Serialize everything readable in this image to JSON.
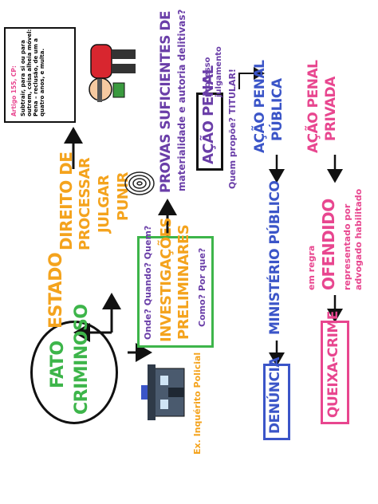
{
  "fato": {
    "line1": "FATO",
    "line2": "CRIMINOSO"
  },
  "estado": "ESTADO",
  "direito": "DIREITO DE",
  "actions": [
    "PROCESSAR",
    "JULGAR",
    "PUNIR"
  ],
  "investigacoes": {
    "top_questions": "Onde? Quando? Quem?",
    "line1": "INVESTIGAÇÕES",
    "line2": "PRELIMINARES",
    "bottom_questions": "Como?   Por que?"
  },
  "inquerito": "Ex. Inquérito Policial",
  "provas": {
    "line1": "PROVAS SUFICIENTES DE",
    "line2": "materialidade e autoria delitivas?"
  },
  "acao_penal": "AÇÃO PENAL",
  "processo_julgamento": {
    "line1": "processo",
    "line2": "julgamento"
  },
  "quem_propoe": "Quem propõe? TITULAR!",
  "publica": {
    "line1": "AÇÃO PENAL",
    "line2": "PÚBLICA"
  },
  "privada": {
    "line1": "AÇÃO PENAL",
    "line2": "PRIVADA"
  },
  "ministerio": "MINISTÉRIO PÚBLICO",
  "denuncia": "DENÚNCIA",
  "ofendido": {
    "em_regra": "em regra",
    "label": "OFENDIDO",
    "rep1": "representado por",
    "rep2": "advogado habilitado"
  },
  "queixa": "QUEIXA-CRIME",
  "artigo": {
    "title": "Artigo 155, CP:",
    "lines": [
      "Subtrair, para si ou para",
      "outrem, coisa alheia móvel:",
      "Pena – reclusão, de um a",
      "quatro anos, e multa."
    ]
  },
  "colors": {
    "green": "#3db54a",
    "orange": "#f4a31d",
    "purple": "#6a3ea8",
    "blue": "#3b55c8",
    "pink": "#e8468f",
    "black": "#111111"
  }
}
